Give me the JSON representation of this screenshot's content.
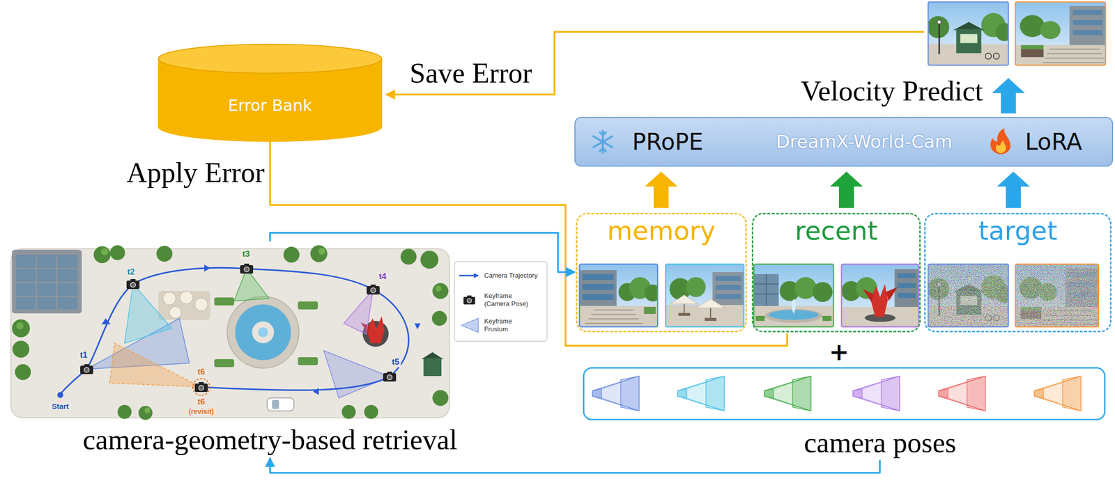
{
  "diagram": {
    "nodes": [
      {
        "text": [
          "Error Bank"
        ]
      },
      {
        "text": [
          "PRoPE",
          "DreamX-World-Cam",
          "LoRA"
        ]
      },
      {
        "text": [
          "memory"
        ]
      },
      {
        "text": [
          "recent"
        ]
      },
      {
        "text": [
          "target"
        ]
      },
      {
        "text": [
          "camera poses"
        ]
      },
      {
        "text": [
          "camera-geometry-based retrieval"
        ]
      }
    ],
    "edges": [
      {
        "from": 0,
        "to": 3,
        "label": "Apply Error",
        "arrow": "none"
      },
      {
        "from": 6,
        "to": 2,
        "arrow": "to"
      },
      {
        "from": 5,
        "to": 6,
        "arrow": "to"
      },
      {
        "from": 2,
        "to": 1,
        "arrow": "to"
      },
      {
        "from": 3,
        "to": 1,
        "arrow": "to"
      },
      {
        "from": 4,
        "to": 1,
        "arrow": "to"
      }
    ],
    "labels": [
      "Save Error",
      "Velocity Predict",
      "+",
      "t1",
      "t2",
      "t3",
      "t4",
      "t5",
      "t6",
      "Start",
      "t6",
      "(revisit)"
    ],
    "legend": [
      {
        "text": "Camera Trajectory"
      },
      {
        "text": "Keyframe (Camera Pose)"
      },
      {
        "text": "Keyframe Frustum"
      }
    ]
  }
}
